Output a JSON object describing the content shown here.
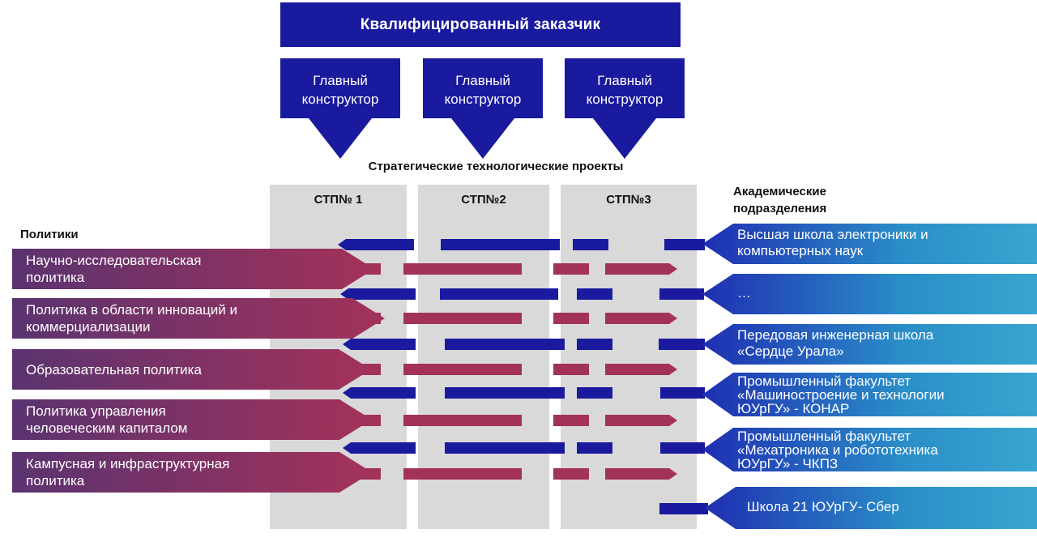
{
  "header": {
    "title": "Квалифицированный заказчик"
  },
  "chief_designers": [
    {
      "line1": "Главный",
      "line2": "конструктор"
    },
    {
      "line1": "Главный",
      "line2": "конструктор"
    },
    {
      "line1": "Главный",
      "line2": "конструктор"
    }
  ],
  "projects": {
    "title": "Стратегические технологические проекты",
    "columns": [
      "СТП№ 1",
      "СТП№2",
      "СТП№3"
    ]
  },
  "policies": {
    "title": "Политики",
    "items": [
      {
        "line1": "Научно-исследовательская",
        "line2": "политика"
      },
      {
        "line1": "Политика в области инноваций и",
        "line2": "коммерциализации"
      },
      {
        "line1": "Образовательная политика",
        "line2": ""
      },
      {
        "line1": "Политика управления",
        "line2": "человеческим капиталом"
      },
      {
        "line1": "Кампусная и инфраструктурная",
        "line2": "политика"
      }
    ]
  },
  "departments": {
    "title_line1": "Академические",
    "title_line2": "подразделения",
    "items": [
      {
        "lines": [
          "Высшая школа электроники и",
          "компьютерных наук"
        ]
      },
      {
        "lines": [
          "…"
        ]
      },
      {
        "lines": [
          "Передовая инженерная школа",
          "«Сердце Урала»"
        ]
      },
      {
        "lines": [
          "Промышленный факультет",
          "«Машиностроение и технологии",
          "ЮУрГУ» - КОНАР"
        ]
      },
      {
        "lines": [
          "Промышленный  факультет",
          "«Мехатроника и робототехника",
          "ЮУрГУ» - ЧКПЗ"
        ]
      },
      {
        "lines": [
          "Школа 21 ЮУрГУ- Сбер"
        ]
      }
    ]
  },
  "colors": {
    "blue": "#1a1a9e",
    "crimson": "#a3325a",
    "column_gray": "#d9d9d9"
  }
}
